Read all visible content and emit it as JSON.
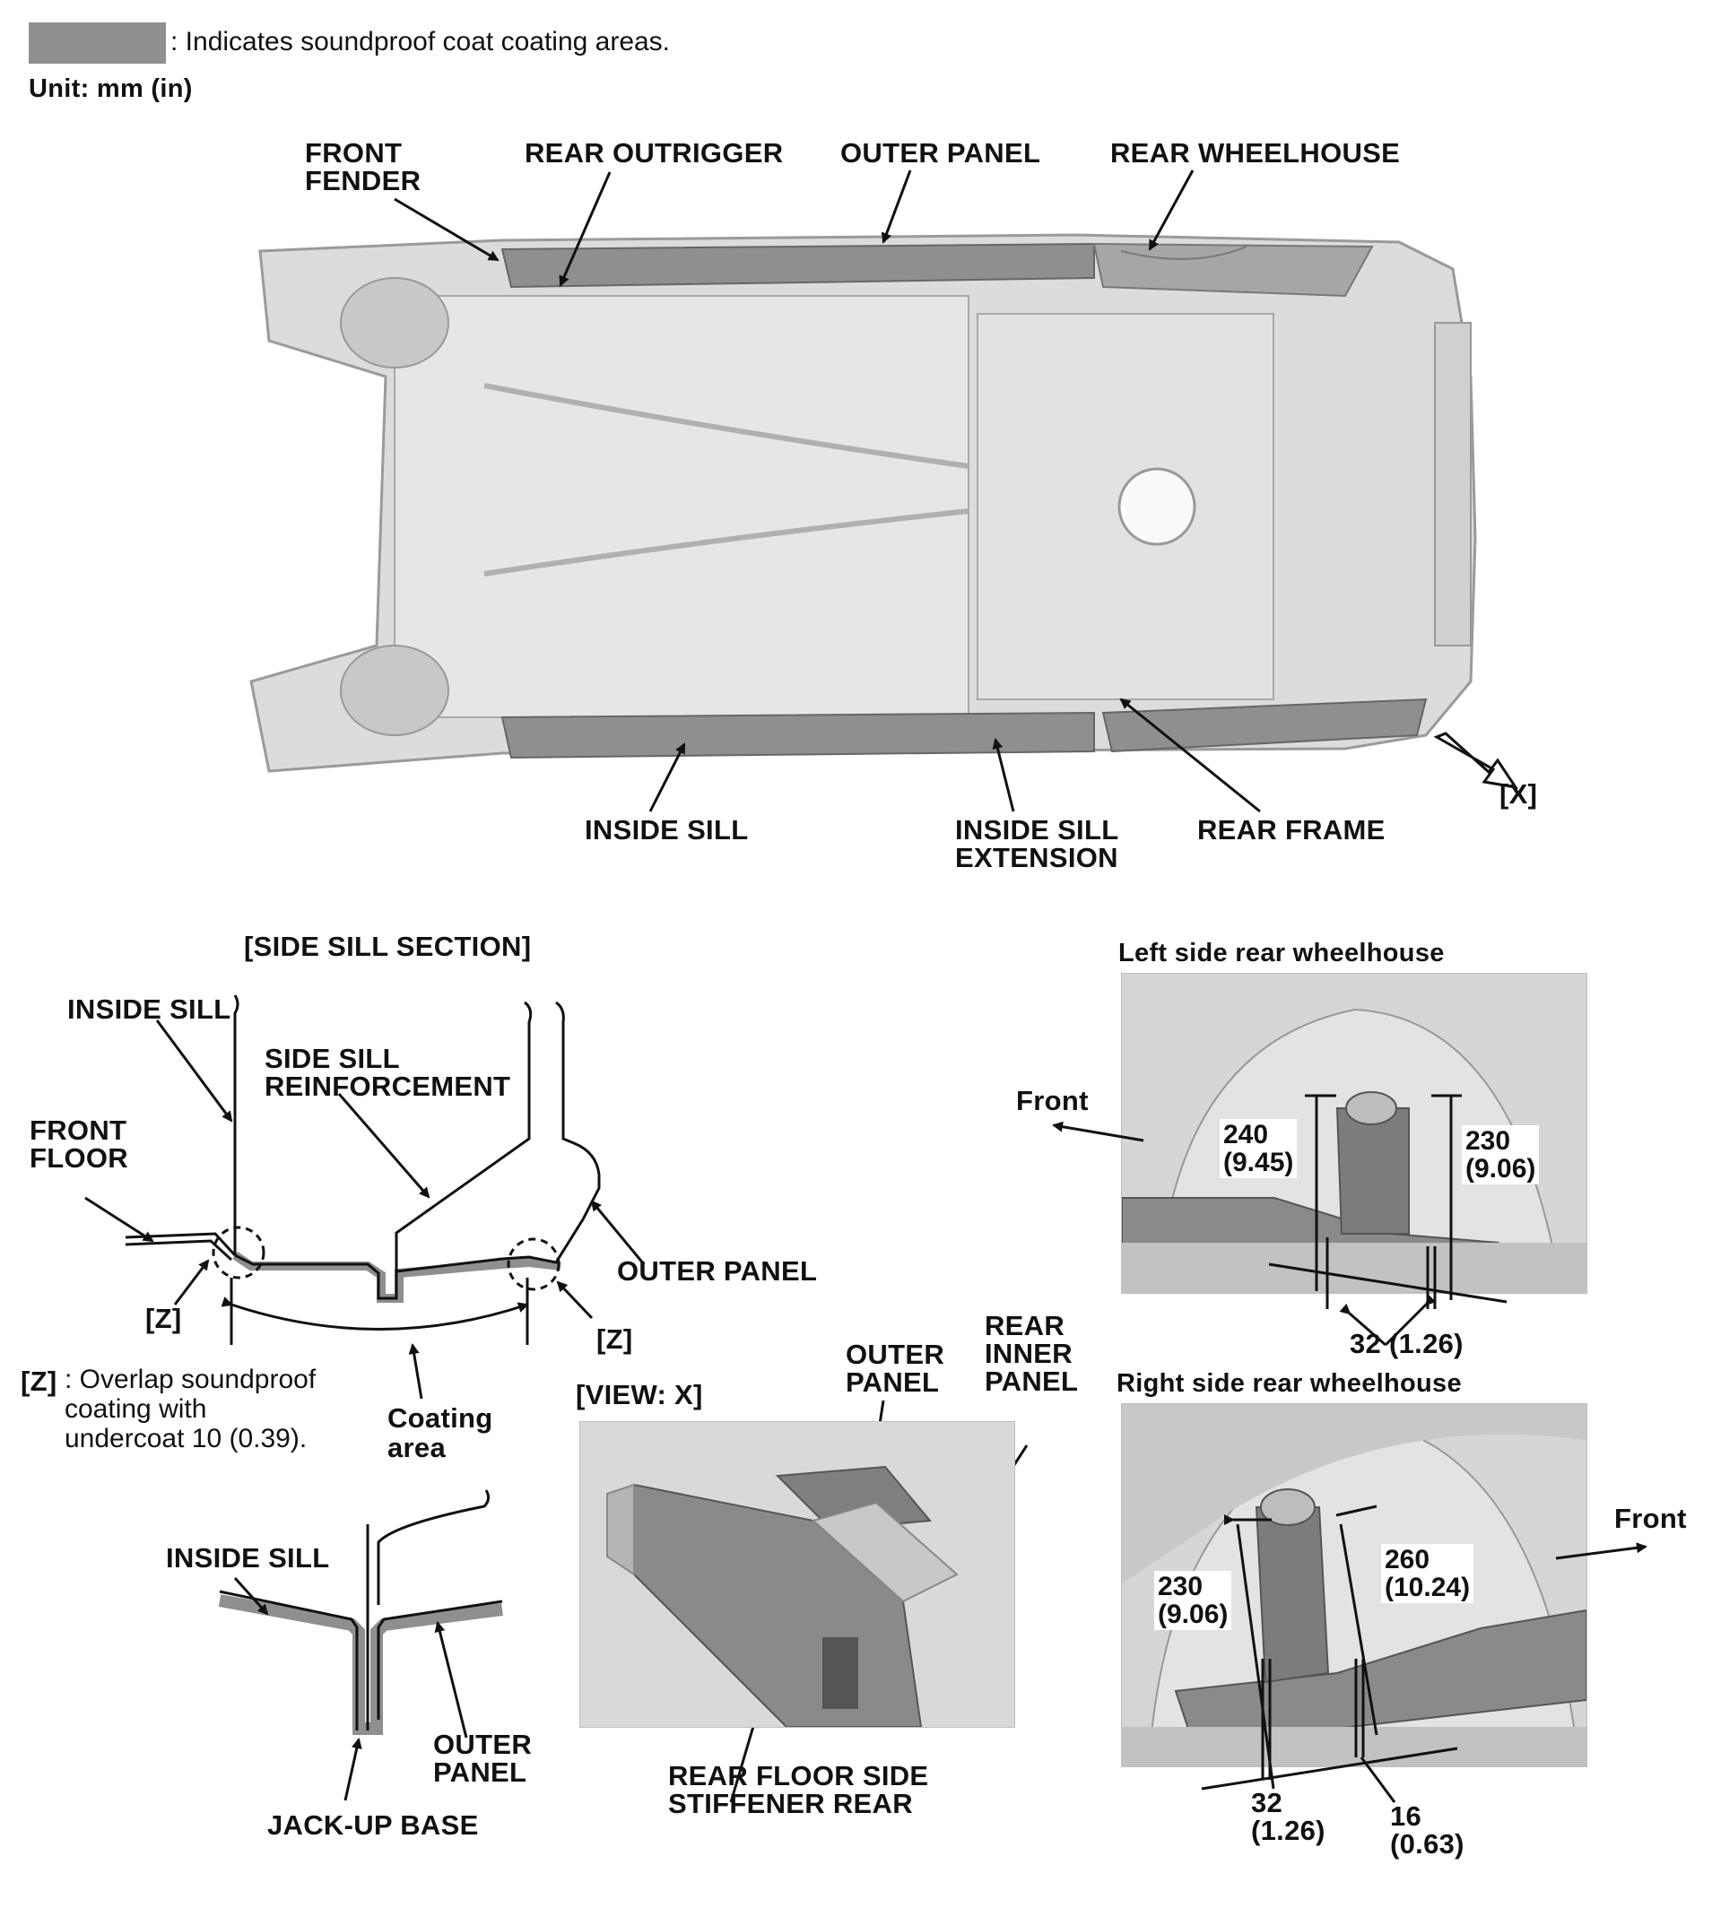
{
  "legend": {
    "swatch_color": "#8f8f8f",
    "text": ": Indicates soundproof coat coating areas.",
    "unit": "Unit: mm (in)"
  },
  "top_view": {
    "front_fender": "FRONT\nFENDER",
    "rear_outrigger": "REAR OUTRIGGER",
    "outer_panel": "OUTER PANEL",
    "rear_wheelhouse": "REAR WHEELHOUSE",
    "inside_sill": "INSIDE SILL",
    "inside_sill_extension": "INSIDE SILL\nEXTENSION",
    "rear_frame": "REAR FRAME",
    "view_marker": "[X]"
  },
  "side_sill_section": {
    "title": "[SIDE SILL SECTION]",
    "inside_sill": "INSIDE SILL",
    "side_sill_reinforcement": "SIDE SILL\nREINFORCEMENT",
    "front_floor": "FRONT\nFLOOR",
    "outer_panel": "OUTER PANEL",
    "z_left": "[Z]",
    "z_right": "[Z]",
    "coating_area": "Coating\narea",
    "z_note_key": "[Z]",
    "z_note": ": Overlap soundproof\n  coating with\n  undercoat 10 (0.39)."
  },
  "jack_up_section": {
    "inside_sill": "INSIDE SILL",
    "outer_panel": "OUTER\nPANEL",
    "jack_up_base": "JACK-UP BASE"
  },
  "view_x": {
    "title": "[VIEW: X]",
    "outer_panel": "OUTER\nPANEL",
    "rear_inner_panel": "REAR\nINNER\nPANEL",
    "rear_floor_side_stiffener": "REAR FLOOR SIDE\nSTIFFENER REAR"
  },
  "left_wheelhouse": {
    "title": "Left side rear wheelhouse",
    "front": "Front",
    "dim_240": "240\n(9.45)",
    "dim_230": "230\n(9.06)",
    "dim_32": "32 (1.26)"
  },
  "right_wheelhouse": {
    "title": "Right side rear wheelhouse",
    "front": "Front",
    "dim_230": "230\n(9.06)",
    "dim_260": "260\n(10.24)",
    "dim_32": "32\n(1.26)",
    "dim_16": "16\n(0.63)"
  }
}
